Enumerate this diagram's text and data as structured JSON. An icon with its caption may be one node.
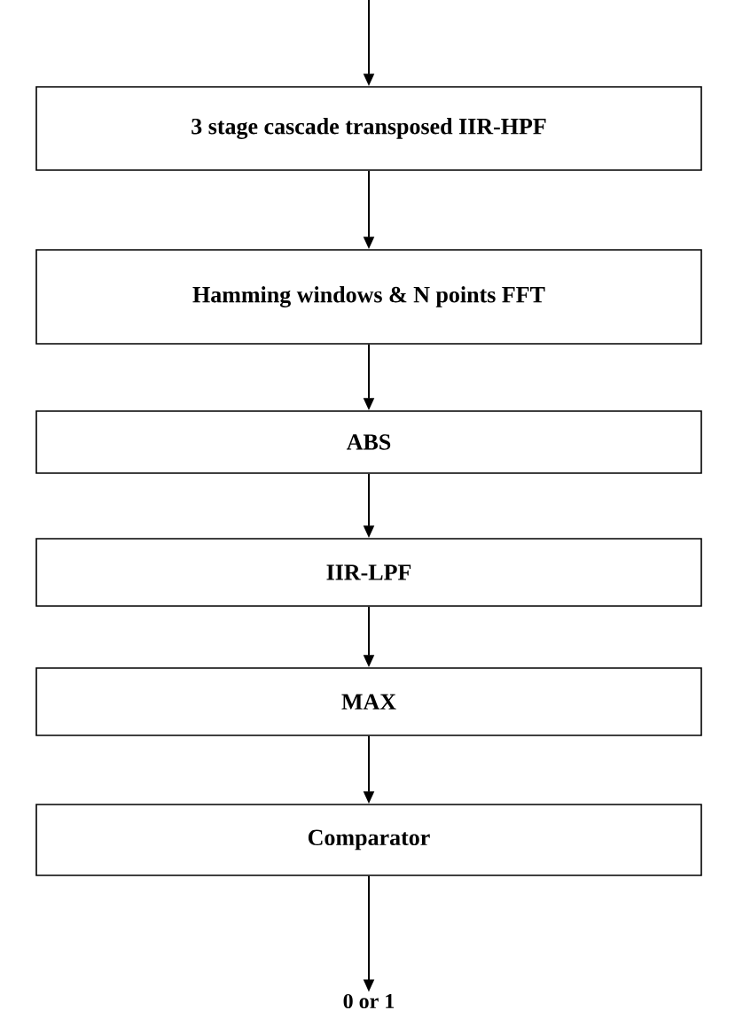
{
  "diagram": {
    "nodes": [
      {
        "text": [
          "3 stage cascade transposed IIR-HPF"
        ]
      },
      {
        "text": [
          "Hamming windows & N points FFT"
        ]
      },
      {
        "text": [
          "ABS"
        ]
      },
      {
        "text": [
          "IIR-LPF"
        ]
      },
      {
        "text": [
          "MAX"
        ]
      },
      {
        "text": [
          "Comparator"
        ]
      },
      {
        "text": [
          "0 or 1"
        ]
      }
    ],
    "edges": [
      {
        "from": null,
        "to": 0,
        "arrow": "to"
      },
      {
        "from": 0,
        "to": 1,
        "arrow": "to"
      },
      {
        "from": 1,
        "to": 2,
        "arrow": "to"
      },
      {
        "from": 2,
        "to": 3,
        "arrow": "to"
      },
      {
        "from": 3,
        "to": 4,
        "arrow": "to"
      },
      {
        "from": 4,
        "to": 5,
        "arrow": "to"
      },
      {
        "from": 5,
        "to": 6,
        "arrow": "to"
      }
    ]
  }
}
